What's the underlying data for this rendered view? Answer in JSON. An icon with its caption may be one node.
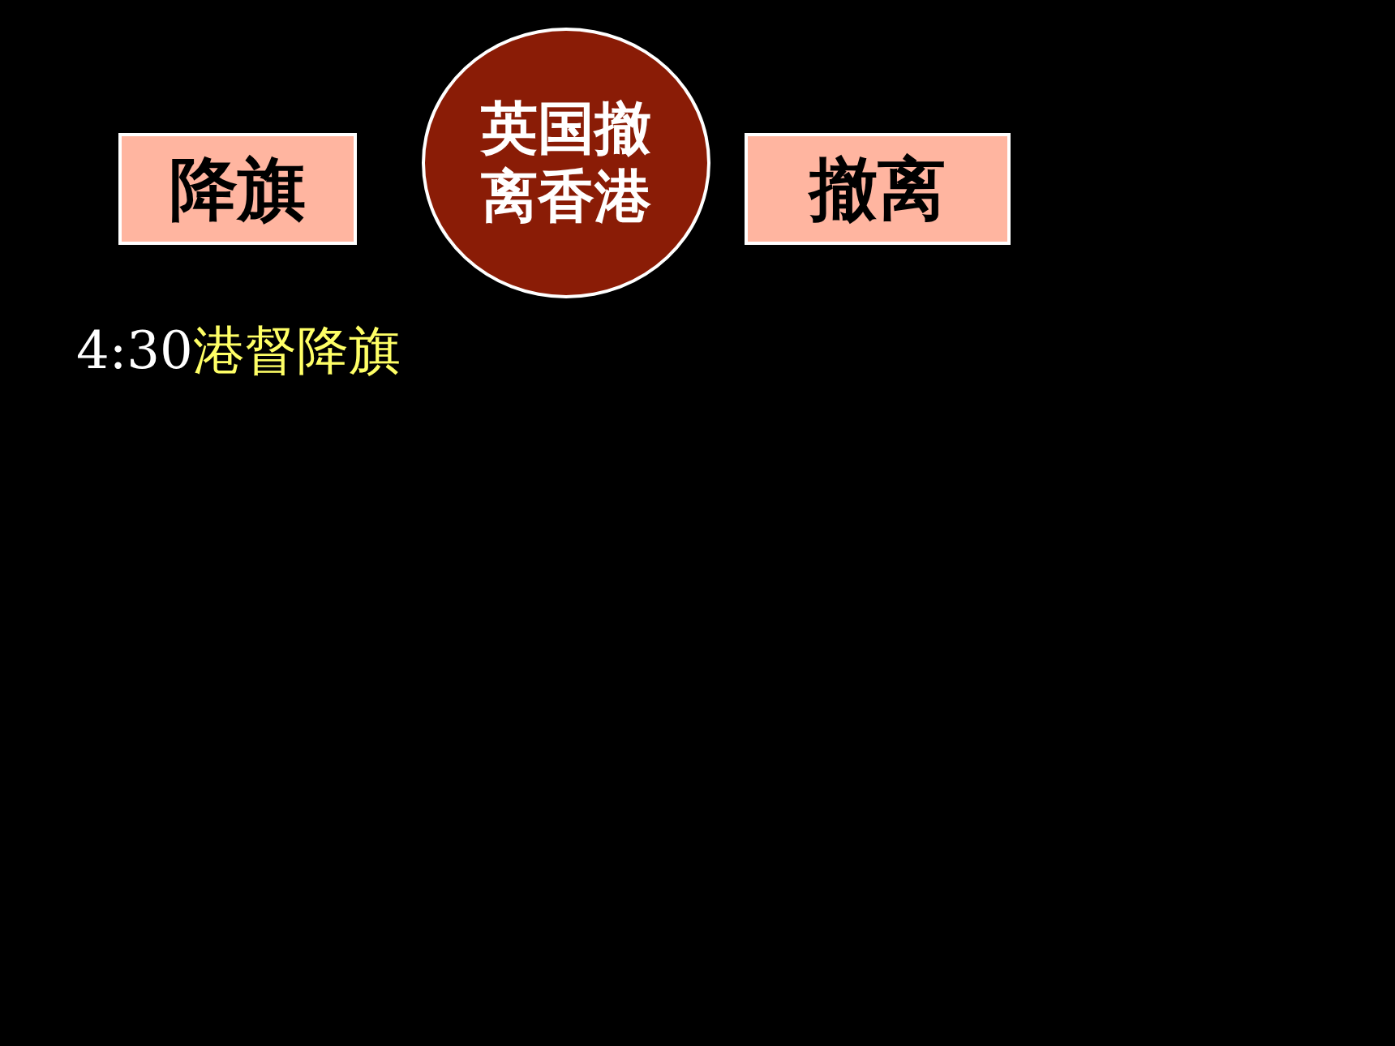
{
  "diagram": {
    "nodes": [
      {
        "text": [
          "降旗"
        ]
      },
      {
        "text": [
          "英国撤离香港"
        ]
      },
      {
        "text": [
          "撤离"
        ]
      }
    ],
    "labels": [
      "4:30",
      "港督降旗"
    ]
  }
}
